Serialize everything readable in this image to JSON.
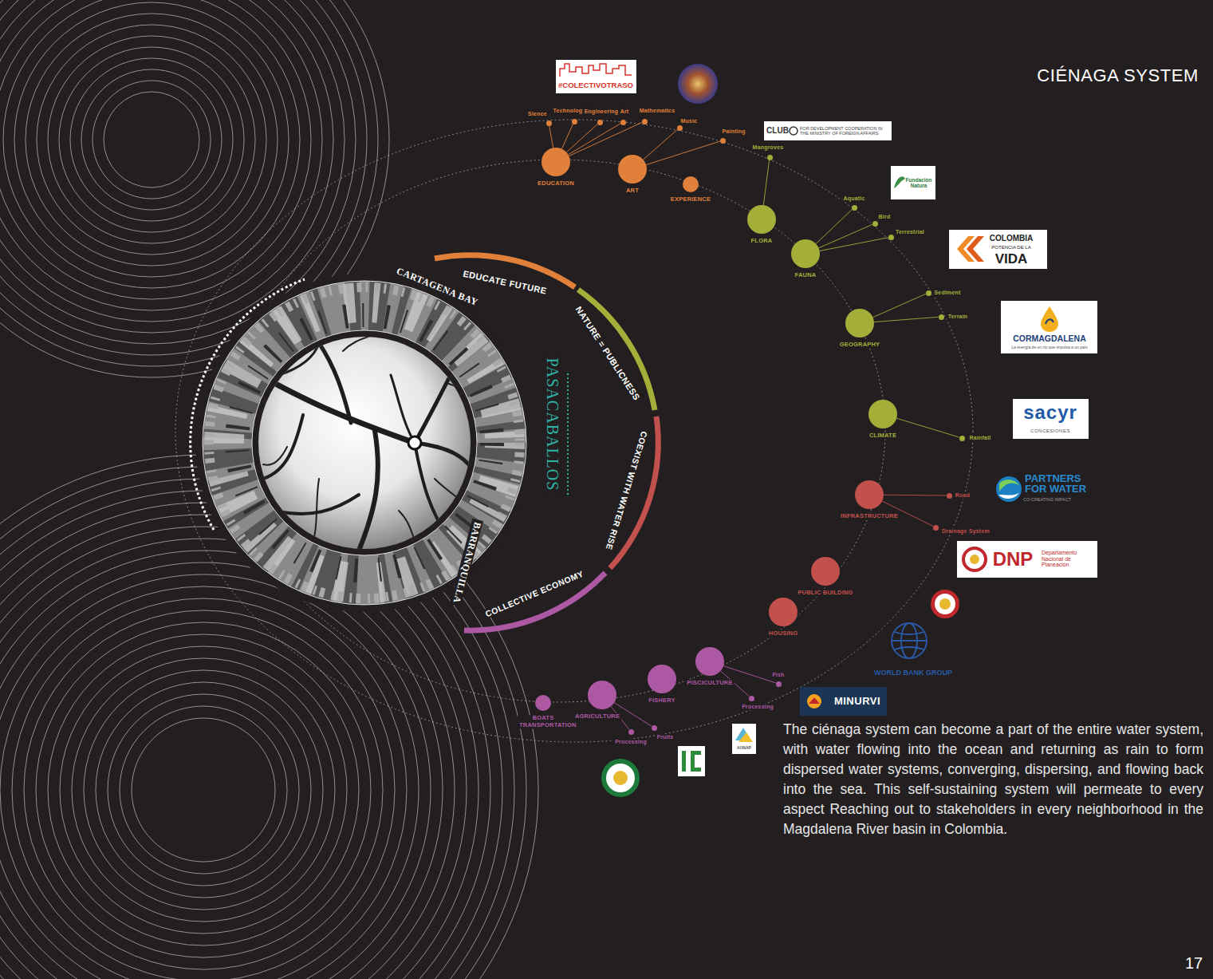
{
  "diagram": {
    "title": "CIÉNAGA SYSTEM",
    "caption": "The ciénaga system can become a part of the entire water system, with water flowing into the ocean and returning as rain to form dispersed water systems, converging, dispersing, and flowing back into the sea. This self-sustaining system will permeate to every aspect Reaching out to stakeholders in every neighborhood in the Magdalena River basin in Colombia.",
    "nodes": [
      {
        "text": [
          "EDUCATION"
        ]
      },
      {
        "text": [
          "Sience"
        ]
      },
      {
        "text": [
          "Technology"
        ]
      },
      {
        "text": [
          "Engineering"
        ]
      },
      {
        "text": [
          "Art"
        ]
      },
      {
        "text": [
          "Mathematics"
        ]
      },
      {
        "text": [
          "ART"
        ]
      },
      {
        "text": [
          "Music"
        ]
      },
      {
        "text": [
          "Painting"
        ]
      },
      {
        "text": [
          "EXPERIENCE"
        ]
      },
      {
        "text": [
          "FLORA"
        ]
      },
      {
        "text": [
          "Mangroves"
        ]
      },
      {
        "text": [
          "FAUNA"
        ]
      },
      {
        "text": [
          "Aquatic"
        ]
      },
      {
        "text": [
          "Bird"
        ]
      },
      {
        "text": [
          "Terrestrial"
        ]
      },
      {
        "text": [
          "GEOGRAPHY"
        ]
      },
      {
        "text": [
          "Sediment"
        ]
      },
      {
        "text": [
          "Terrain"
        ]
      },
      {
        "text": [
          "CLIMATE"
        ]
      },
      {
        "text": [
          "Rainfall"
        ]
      },
      {
        "text": [
          "INFRASTRUCTURE"
        ]
      },
      {
        "text": [
          "Road"
        ]
      },
      {
        "text": [
          "Drainage System"
        ]
      },
      {
        "text": [
          "PUBLIC BUILDING"
        ]
      },
      {
        "text": [
          "HOUSING"
        ]
      },
      {
        "text": [
          "PISCICULTURE"
        ]
      },
      {
        "text": [
          "Fish"
        ]
      },
      {
        "text": [
          "Processing"
        ]
      },
      {
        "text": [
          "FISHERY"
        ]
      },
      {
        "text": [
          "AGRICULTURE"
        ]
      },
      {
        "text": [
          "Fruits"
        ]
      },
      {
        "text": [
          "Processing"
        ]
      },
      {
        "text": [
          "BOATS TRANSPORTATION"
        ]
      }
    ],
    "edges": [
      {
        "from": 0,
        "to": 1,
        "arrow": "none"
      },
      {
        "from": 0,
        "to": 2,
        "arrow": "none"
      },
      {
        "from": 0,
        "to": 3,
        "arrow": "none"
      },
      {
        "from": 0,
        "to": 4,
        "arrow": "none"
      },
      {
        "from": 0,
        "to": 5,
        "arrow": "none"
      },
      {
        "from": 6,
        "to": 7,
        "arrow": "none"
      },
      {
        "from": 6,
        "to": 8,
        "arrow": "none"
      },
      {
        "from": 10,
        "to": 11,
        "arrow": "none"
      },
      {
        "from": 12,
        "to": 13,
        "arrow": "none"
      },
      {
        "from": 12,
        "to": 14,
        "arrow": "none"
      },
      {
        "from": 12,
        "to": 15,
        "arrow": "none"
      },
      {
        "from": 16,
        "to": 17,
        "arrow": "none"
      },
      {
        "from": 16,
        "to": 18,
        "arrow": "none"
      },
      {
        "from": 19,
        "to": 20,
        "arrow": "none"
      },
      {
        "from": 21,
        "to": 22,
        "arrow": "none"
      },
      {
        "from": 21,
        "to": 23,
        "arrow": "none"
      },
      {
        "from": 26,
        "to": 27,
        "arrow": "none"
      },
      {
        "from": 26,
        "to": 28,
        "arrow": "none"
      },
      {
        "from": 30,
        "to": 32,
        "arrow": "none"
      },
      {
        "from": 30,
        "to": 31,
        "arrow": "none"
      }
    ],
    "labels": [
      "EDUCATE FUTURE",
      "NATURE = PUBLICNESS",
      "COEXIST WITH WATER RISE",
      "COLLECTIVE ECONOMY",
      "CARTAGENA BAY",
      "BARRANQUILLA",
      "PASACABALLOS",
      "#COLECTIVOTRASO",
      "CLUB",
      "FOR DEVELOPMENT COOPERATION IN THE MINISTRY OF FOREIGN AFFAIRS",
      "Fundación Natura",
      "COLOMBIA",
      "POTENCIA DE LA",
      "VIDA",
      "CORMAGDALENA",
      "La energía de un río que impulsa a un país",
      "sacyr",
      "CONCESIONES",
      "PARTNERS FOR WATER",
      "CO-CREATING IMPACT",
      "DNP",
      "Departamento Nacional de Planeación",
      "WORLD BANK GROUP",
      "MINURVI",
      "AUNAP",
      "17"
    ]
  }
}
